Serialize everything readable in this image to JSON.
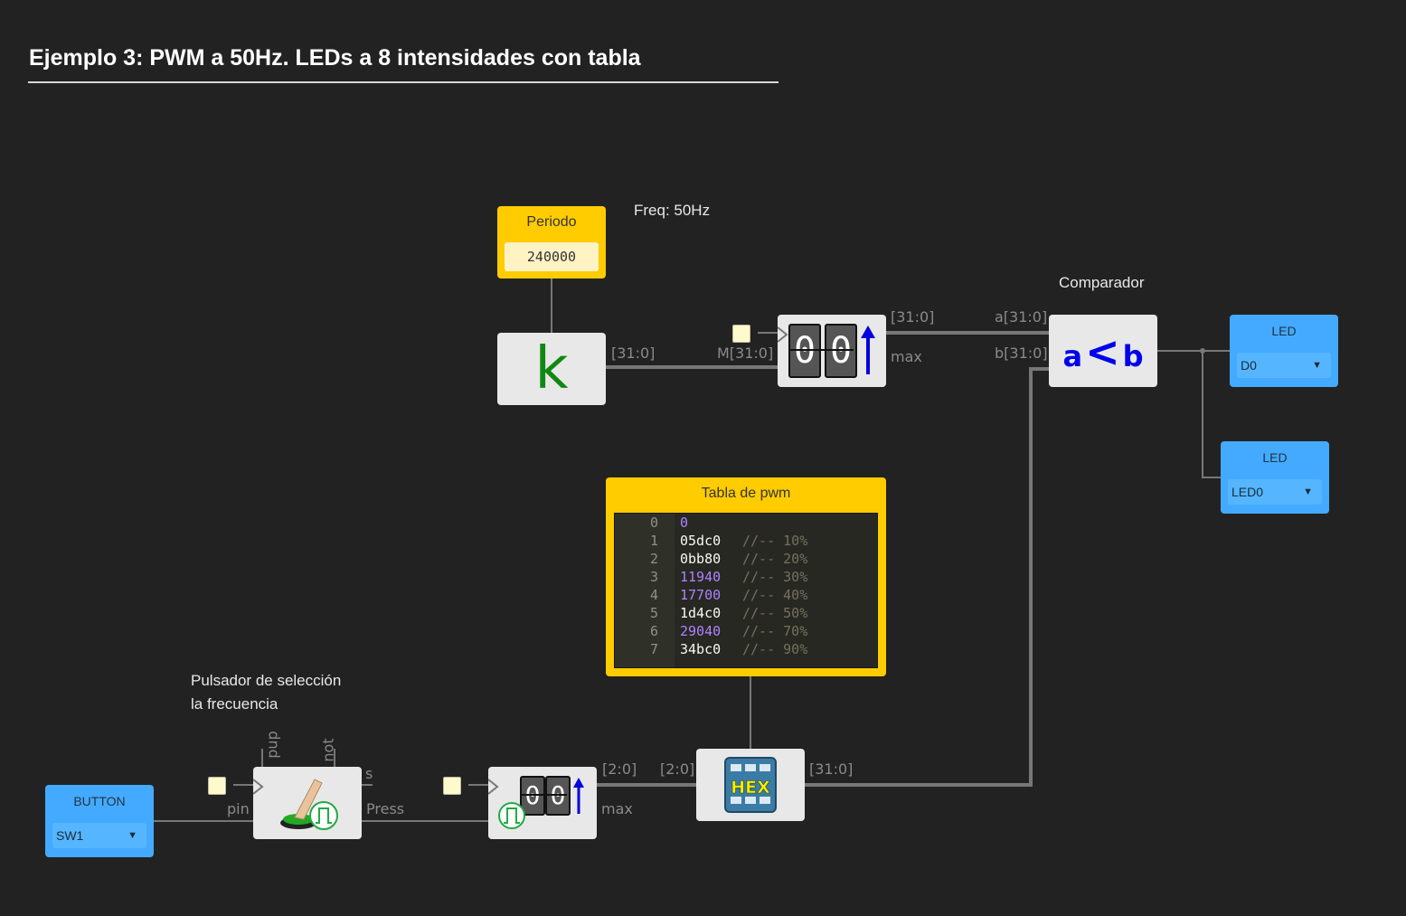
{
  "title": "Ejemplo 3: PWM a 50Hz. LEDs a 8 intensidades con tabla",
  "comments": {
    "freq": "Freq: 50Hz",
    "comparador": "Comparador",
    "pulsador_line1": "Pulsador de selección",
    "pulsador_line2": "la frecuencia"
  },
  "periodo": {
    "label": "Periodo",
    "value": "240000"
  },
  "constant": {
    "symbol": "k",
    "out_label": "[31:0]"
  },
  "counter_main": {
    "in_label": "M[31:0]",
    "out_label": "[31:0]",
    "max_label": "max",
    "digits": [
      "0",
      "0"
    ]
  },
  "comparator": {
    "in_a": "a[31:0]",
    "in_b": "b[31:0]",
    "symbol_a": "a",
    "symbol_op": "<",
    "symbol_b": "b"
  },
  "led_d0": {
    "header": "LED",
    "value": "D0"
  },
  "led_led0": {
    "header": "LED",
    "value": "LED0"
  },
  "table": {
    "label": "Tabla de pwm",
    "rows": [
      {
        "num": "0",
        "value": "0",
        "comment": ""
      },
      {
        "num": "1",
        "value": "05dc0",
        "comment": "//-- 10%"
      },
      {
        "num": "2",
        "value": "0bb80",
        "comment": "//-- 20%"
      },
      {
        "num": "3",
        "value": "11940",
        "comment": "//-- 30%"
      },
      {
        "num": "4",
        "value": "17700",
        "comment": "//-- 40%"
      },
      {
        "num": "5",
        "value": "1d4c0",
        "comment": "//-- 50%"
      },
      {
        "num": "6",
        "value": "29040",
        "comment": "//-- 70%"
      },
      {
        "num": "7",
        "value": "34bc0",
        "comment": "//-- 90%"
      }
    ]
  },
  "button": {
    "header": "BUTTON",
    "value": "SW1",
    "pin_label": "pin"
  },
  "debouncer": {
    "pup_label": "pup",
    "not_label": "not",
    "s_label": "s",
    "press_label": "Press"
  },
  "counter_sel": {
    "out_label": "[2:0]",
    "max_label": "max",
    "digits": [
      "0",
      "0"
    ]
  },
  "rom": {
    "in_label": "[2:0]",
    "out_label": "[31:0]",
    "icon_text": "HEX"
  },
  "colors": {
    "background": "#222222",
    "block": "#e8e8e8",
    "yellow": "#ffcc00",
    "blue": "#44aaff",
    "wire": "#777777",
    "purple_number": "#ae81ff"
  }
}
